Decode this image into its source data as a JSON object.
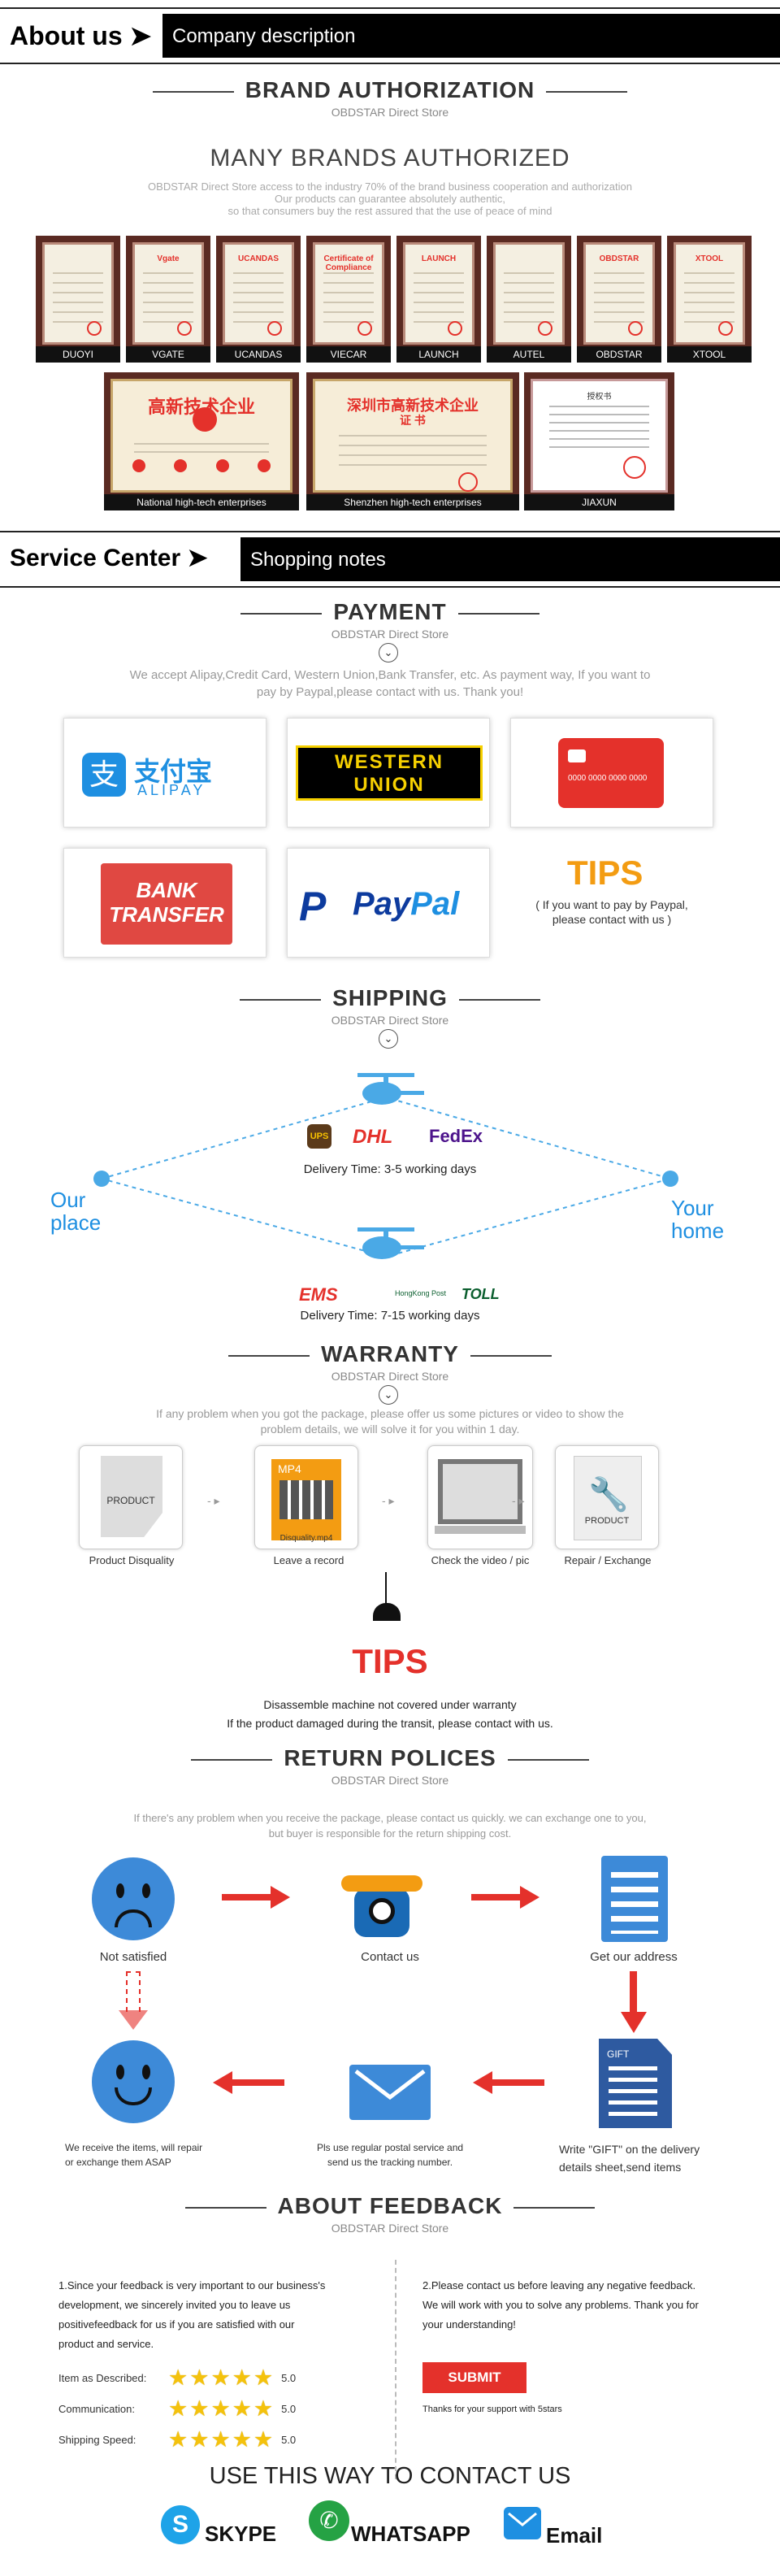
{
  "about_bar": {
    "label": "About us",
    "desc": "Company description"
  },
  "brand": {
    "title": "BRAND AUTHORIZATION",
    "store": "OBDSTAR Direct Store",
    "big": "MANY BRANDS AUTHORIZED",
    "text": [
      "OBDSTAR Direct Store access to the industry 70% of the brand business cooperation and authorization",
      "Our products can guarantee absolutely authentic,",
      "so that consumers buy the rest assured that the use of peace of mind"
    ],
    "certs": [
      "DUOYI",
      "VGATE",
      "UCANDAS",
      "VIECAR",
      "LAUNCH",
      "AUTEL",
      "OBDSTAR",
      "XTOOL"
    ],
    "cert_heads": [
      "",
      "Vgate",
      "UCANDAS",
      "Certificate of Compliance",
      "LAUNCH",
      "",
      "OBDSTAR",
      "XTOOL"
    ],
    "big_certs": [
      "National high-tech enterprises",
      "Shenzhen high-tech enterprises",
      "JIAXUN"
    ]
  },
  "service_bar": {
    "label": "Service Center",
    "desc": "Shopping notes"
  },
  "payment": {
    "title": "PAYMENT",
    "store": "OBDSTAR Direct Store",
    "text": [
      "We accept Alipay,Credit Card, Western Union,Bank Transfer, etc. As payment way, If you want to",
      "pay by Paypal,please contact with us. Thank you!"
    ],
    "alipay_cn": "支付宝",
    "alipay_en": "ALIPAY",
    "wu1": "WESTERN",
    "wu2": "UNION",
    "card_num": "0000 0000 0000 0000",
    "bank1": "BANK",
    "bank2": "TRANSFER",
    "paypal1": "Pay",
    "paypal2": "Pal",
    "tips": "TIPS",
    "tips_text": [
      "If you want to pay by Paypal,",
      "please contact with us"
    ]
  },
  "shipping": {
    "title": "SHIPPING",
    "store": "OBDSTAR Direct Store",
    "left": [
      "Our",
      "place"
    ],
    "right": [
      "Your",
      "home"
    ],
    "carriers1": [
      "UPS",
      "DHL",
      "FedEx"
    ],
    "time1": "Delivery Time: 3-5 working days",
    "carriers2": [
      "EMS",
      "HongKong Post",
      "TOLL"
    ],
    "time2": "Delivery Time: 7-15 working days"
  },
  "warranty": {
    "title": "WARRANTY",
    "store": "OBDSTAR Direct Store",
    "text": [
      "If any problem when you got the package, please offer us some pictures or video to show the",
      "problem details, we will solve it for you within 1 day."
    ],
    "steps": [
      "Product Disquality",
      "Leave a record",
      "Check the video / pic",
      "Repair / Exchange"
    ],
    "box1": "PRODUCT",
    "mp4": "MP4",
    "file": "Disquality.mp4",
    "box4": "PRODUCT",
    "tips": "TIPS",
    "notes": [
      "Disassemble machine not covered under warranty",
      "If the product damaged during the transit, please contact with us."
    ]
  },
  "returns": {
    "title": "RETURN POLICES",
    "store": "OBDSTAR Direct Store",
    "text": [
      "If there's any problem when you receive the package, please contact us quickly. we can exchange one to you,",
      "but buyer is responsible for the return shipping cost."
    ],
    "not_satisfied": "Not satisfied",
    "contact": "Contact us",
    "address": "Get our address",
    "gift_label": "GIFT",
    "gift": [
      "Write \"GIFT\" on the delivery",
      "details sheet,send items"
    ],
    "post": [
      "Pls use regular postal service and",
      "send us the tracking number."
    ],
    "repair": [
      "We receive the items, will repair",
      "or exchange them ASAP"
    ]
  },
  "feedback": {
    "title": "ABOUT FEEDBACK",
    "store": "OBDSTAR Direct Store",
    "left": [
      "1.Since your feedback is very important to our business's",
      "development, we sincerely invited you to leave us",
      "positivefeedback for us if you are satisfied with our",
      "product and service."
    ],
    "ratings": [
      {
        "label": "Item as Described:",
        "score": "5.0"
      },
      {
        "label": "Communication:",
        "score": "5.0"
      },
      {
        "label": "Shipping Speed:",
        "score": "5.0"
      }
    ],
    "right": [
      "2.Please contact us before leaving any negative feedback.",
      "We will work with you to solve any problems. Thank you for",
      "your understanding!"
    ],
    "submit": "SUBMIT",
    "thanks": "Thanks for your support with 5stars"
  },
  "contact": {
    "title": "USE THIS WAY TO CONTACT US",
    "skype": "SKYPE",
    "whatsapp": "WHATSAPP",
    "email": "Email"
  },
  "colors": {
    "red": "#e4312b",
    "blue": "#1e8fe1",
    "navy": "#0d3b9e",
    "orange": "#f39c12"
  }
}
